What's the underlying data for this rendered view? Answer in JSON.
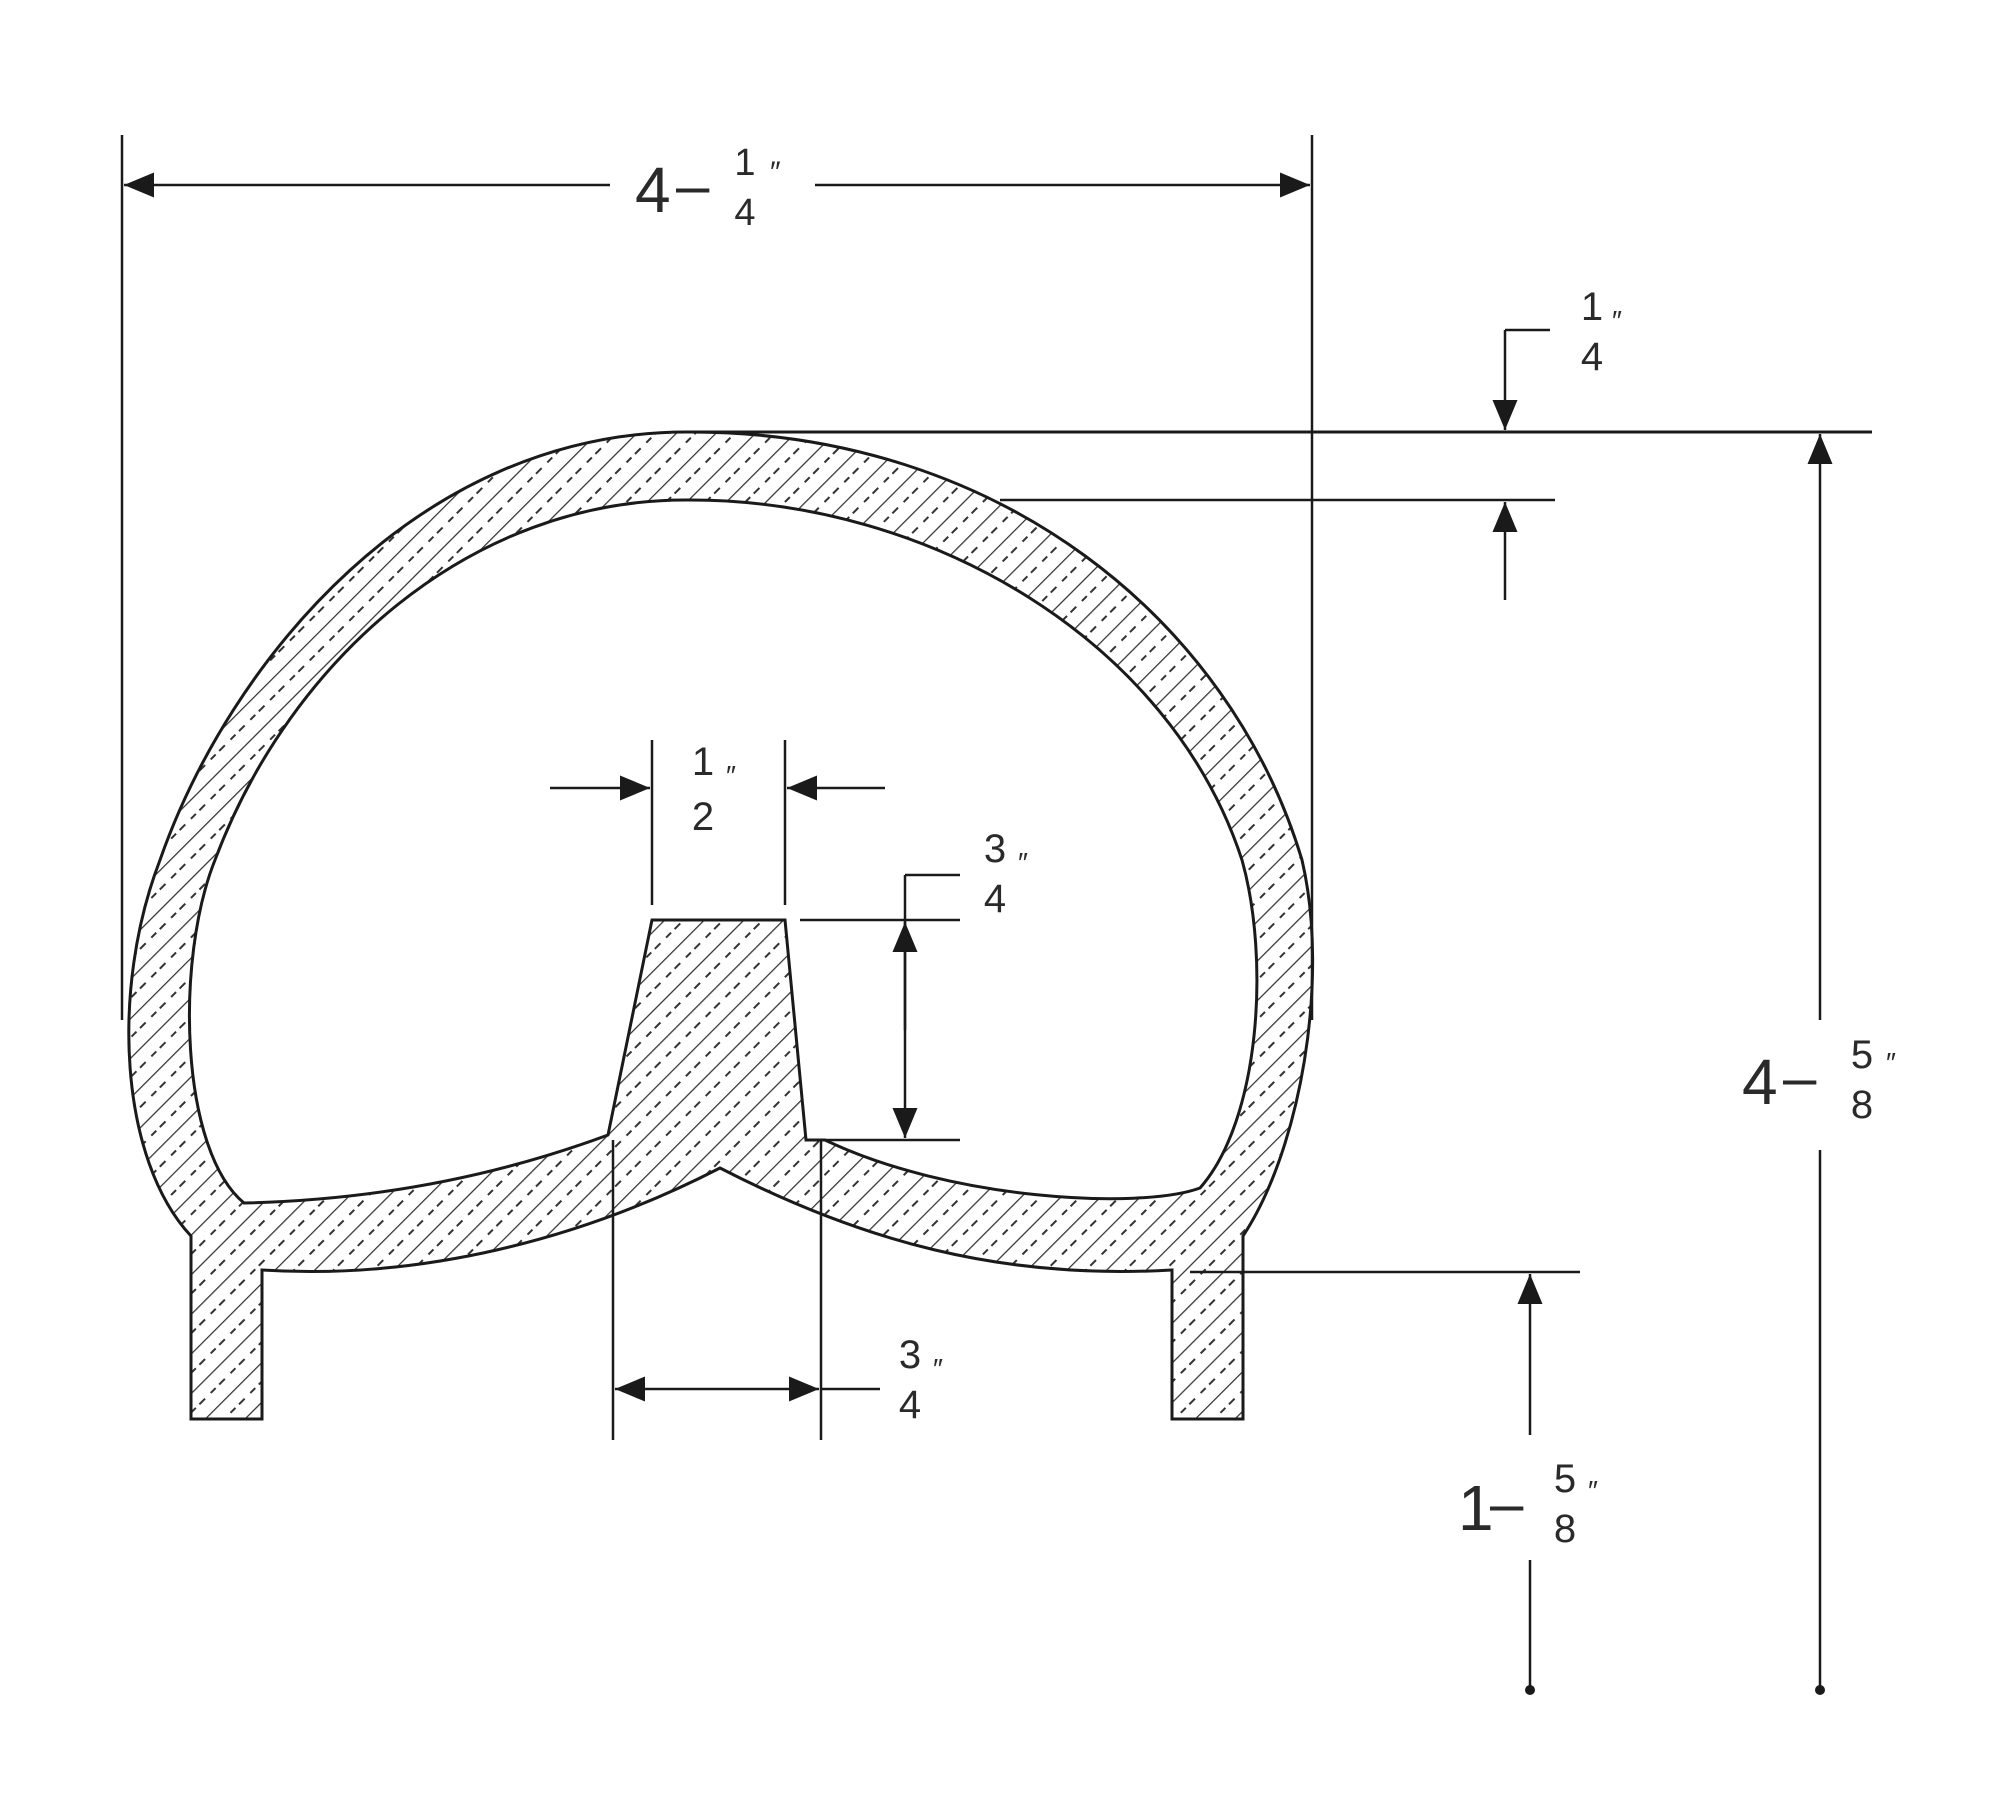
{
  "title": "",
  "dimensions": {
    "overall_width": {
      "whole": "4",
      "num": "1",
      "den": "4",
      "unit": "″"
    },
    "overall_height": {
      "whole": "4",
      "num": "5",
      "den": "8",
      "unit": "″"
    },
    "wall_thickness": {
      "whole": "",
      "num": "1",
      "den": "4",
      "unit": "″"
    },
    "rib_top_width": {
      "whole": "",
      "num": "1",
      "den": "2",
      "unit": "″"
    },
    "rib_height": {
      "whole": "",
      "num": "3",
      "den": "4",
      "unit": "″"
    },
    "rib_base_width": {
      "whole": "",
      "num": "3",
      "den": "4",
      "unit": "″"
    },
    "leg_height": {
      "whole": "1",
      "num": "5",
      "den": "8",
      "unit": "″"
    }
  },
  "colors": {
    "line": "#1a1a1a",
    "hatch": "#333333",
    "background": "#ffffff"
  }
}
